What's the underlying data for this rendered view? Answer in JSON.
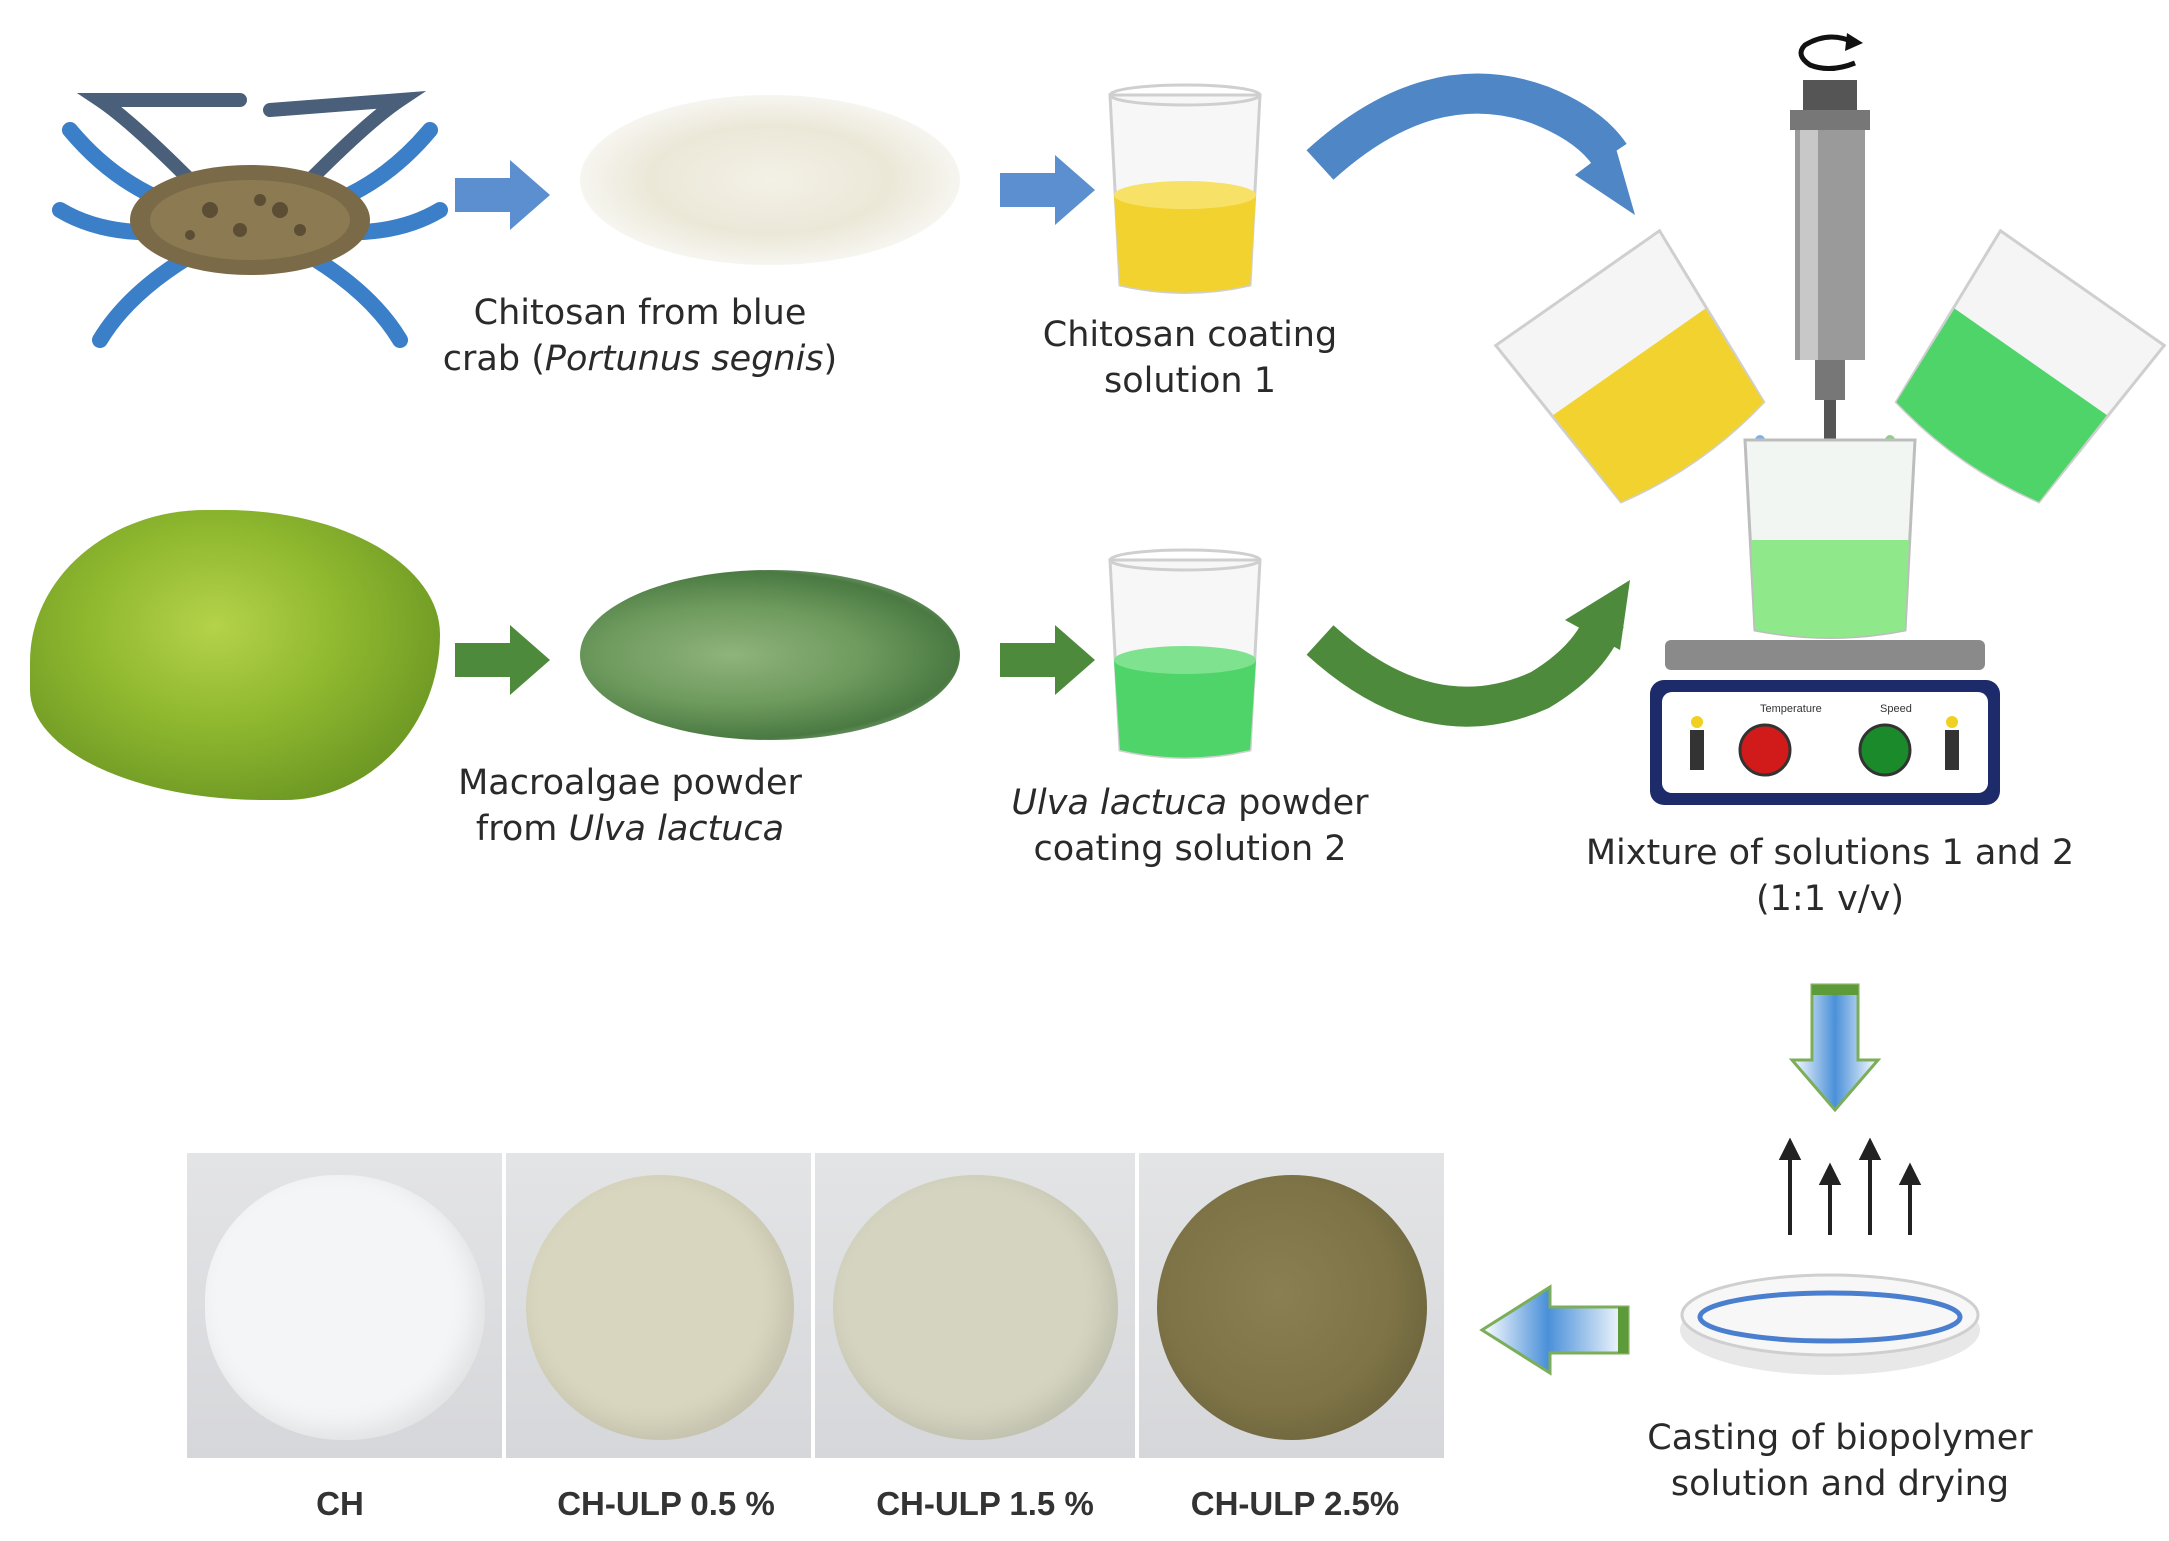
{
  "steps": {
    "crab_label_line1": "Chitosan from blue",
    "crab_label_line2_a": "crab (",
    "crab_label_line2_italic": "Portunus segnis",
    "crab_label_line2_b": ")",
    "chitosan_solution_line1": "Chitosan coating",
    "chitosan_solution_line2": "solution 1",
    "algae_label_line1": "Macroalgae powder",
    "algae_label_line2_a": "from ",
    "algae_label_line2_italic": "Ulva lactuca",
    "ulva_solution_line1_italic": "Ulva lactuca",
    "ulva_solution_line1_b": " powder",
    "ulva_solution_line2": "coating solution 2",
    "mixture_line1": "Mixture of solutions 1 and 2",
    "mixture_line2": "(1:1 v/v)",
    "casting_line1": "Casting of biopolymer",
    "casting_line2": "solution and drying"
  },
  "stirrer_panel": {
    "temperature_label": "Temperature",
    "speed_label": "Speed"
  },
  "films": [
    {
      "label": "CH",
      "color": "#f4f5f6"
    },
    {
      "label": "CH-ULP 0.5 %",
      "color": "#d9d6bf"
    },
    {
      "label": "CH-ULP 1.5 %",
      "color": "#d4d4c0"
    },
    {
      "label": "CH-ULP 2.5%",
      "color": "#7d7346"
    }
  ],
  "colors": {
    "blue_arrow": "#5b8fd0",
    "green_arrow": "#4e8a3b",
    "yellow_solution": "#f2d22e",
    "green_solution": "#4fd46a"
  }
}
